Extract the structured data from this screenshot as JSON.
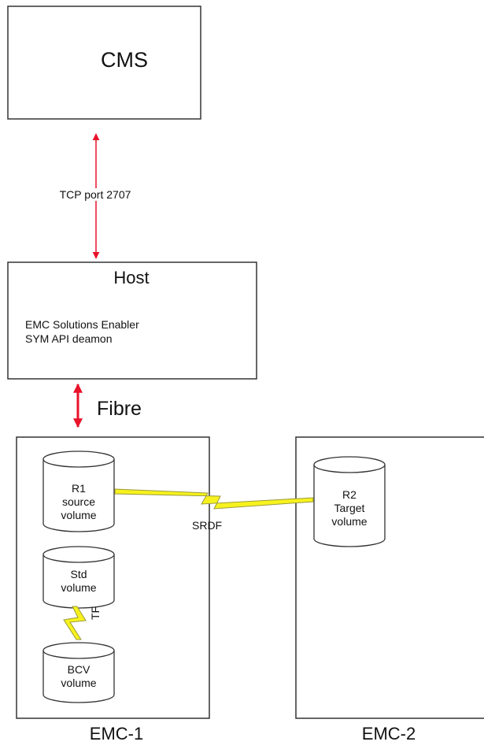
{
  "cms": {
    "label": "CMS"
  },
  "link_cms_host": {
    "label": "TCP port 2707"
  },
  "host": {
    "title": "Host",
    "lines": [
      "EMC Solutions Enabler",
      "SYM API deamon"
    ]
  },
  "link_host_emc": {
    "label": "Fibre"
  },
  "emc1": {
    "label": "EMC-1",
    "volumes": [
      {
        "lines": [
          "R1",
          "source",
          "volume"
        ]
      },
      {
        "lines": [
          "Std",
          "volume"
        ]
      },
      {
        "lines": [
          "BCV",
          "volume"
        ]
      }
    ],
    "tf_label": "TF"
  },
  "srdf": {
    "label": "SRDF"
  },
  "emc2": {
    "label": "EMC-2",
    "volumes": [
      {
        "lines": [
          "R2",
          "Target",
          "volume"
        ]
      }
    ]
  },
  "colors": {
    "arrow": "#e8132b",
    "lightning_fill": "#f7f21d",
    "lightning_stroke": "#9a9a3a",
    "box_stroke": "#333333"
  },
  "icons": [
    "arrow-double-icon",
    "lightning-icon",
    "cylinder-icon"
  ]
}
